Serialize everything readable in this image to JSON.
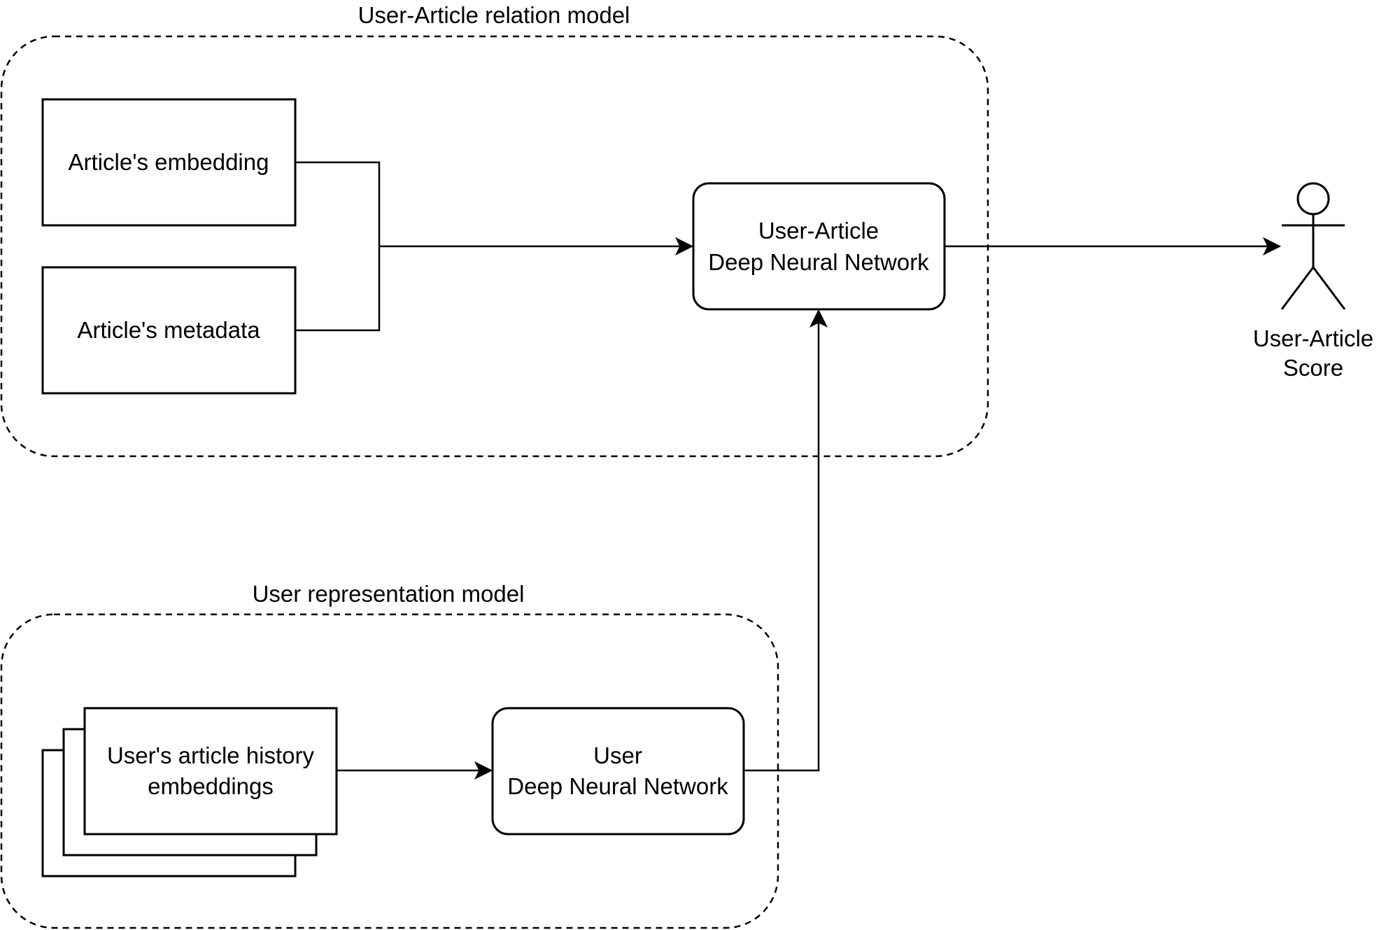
{
  "groups": {
    "relation_model": {
      "title": "User-Article relation model"
    },
    "user_model": {
      "title": "User representation model"
    }
  },
  "nodes": {
    "article_embedding": {
      "label": "Article's embedding"
    },
    "article_metadata": {
      "label": "Article's metadata"
    },
    "ua_dnn": {
      "line1": "User-Article",
      "line2": "Deep Neural Network"
    },
    "history": {
      "line1": "User's article history",
      "line2": "embeddings"
    },
    "user_dnn": {
      "line1": "User",
      "line2": "Deep Neural Network"
    },
    "score": {
      "line1": "User-Article",
      "line2": "Score",
      "icon": "person-icon"
    }
  },
  "colors": {
    "stroke": "#000000",
    "background": "#ffffff"
  }
}
